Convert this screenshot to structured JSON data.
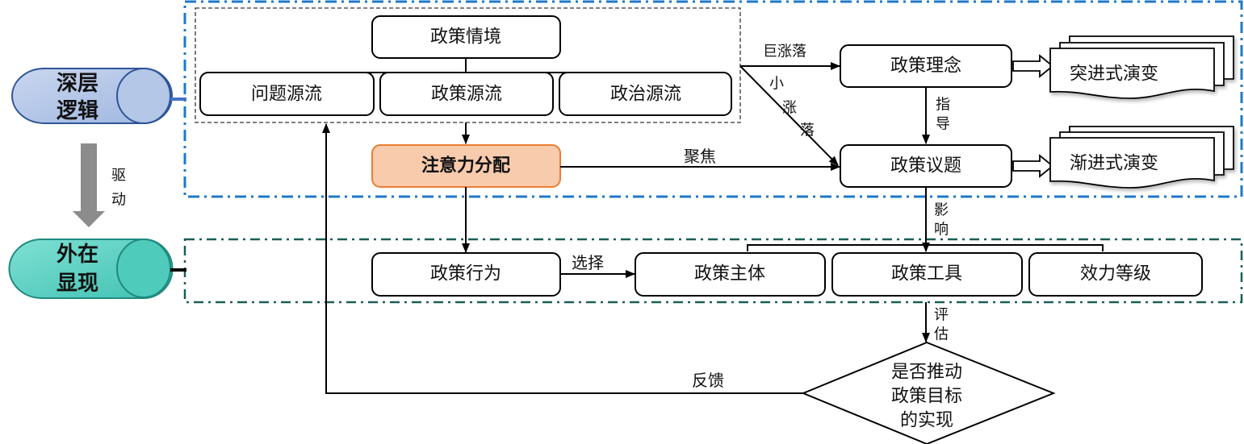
{
  "colors": {
    "deep_fill": "#b4c7e7",
    "deep_stroke": "#2f5597",
    "outer_fill": "#5fd3c4",
    "outer_stroke": "#1f8a7e",
    "blue_dash": "#1f78c8",
    "teal_dash": "#1b5e57",
    "attention_fill": "#f8cbad",
    "attention_stroke": "#ed7d31",
    "drive_arrow": "#8c8c8c"
  },
  "left": {
    "deep_line1": "深层",
    "deep_line2": "逻辑",
    "drive_line1": "驱",
    "drive_line2": "动",
    "outer_line1": "外在",
    "outer_line2": "显现"
  },
  "top": {
    "context": "政策情境",
    "streams": [
      "问题源流",
      "政策源流",
      "政治源流"
    ],
    "attention": "注意力分配",
    "focus_label": "聚焦",
    "big_change": "巨涨落",
    "small_change": [
      "小",
      "涨",
      "落"
    ],
    "idea": "政策理念",
    "agenda": "政策议题",
    "guide": [
      "指",
      "导"
    ],
    "radical": "突进式演变",
    "incremental": "渐进式演变"
  },
  "middle": {
    "influence": [
      "影",
      "响"
    ],
    "behavior": "政策行为",
    "choose_label": "选择",
    "subject": "政策主体",
    "tool": "政策工具",
    "level": "效力等级"
  },
  "bottom": {
    "evaluate": [
      "评",
      "估"
    ],
    "decision": [
      "是否推动",
      "政策目标",
      "的实现"
    ],
    "feedback_label": "反馈"
  }
}
